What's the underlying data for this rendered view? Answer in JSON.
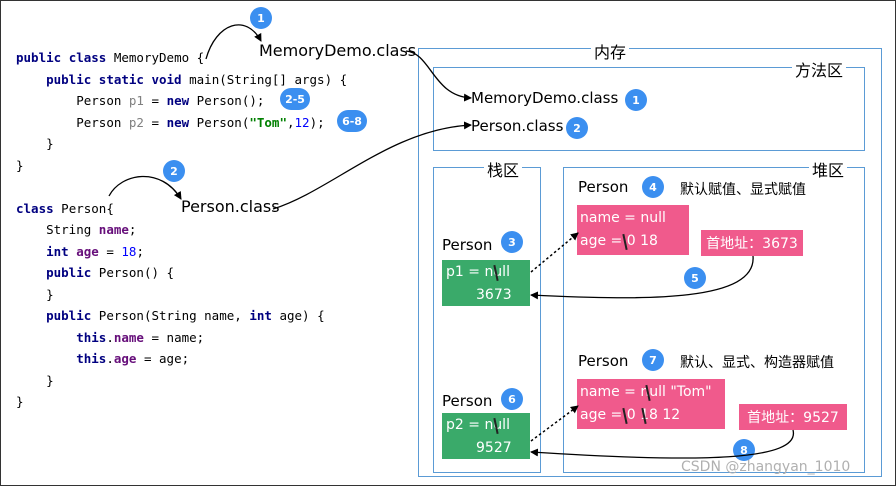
{
  "code": {
    "line1": {
      "kw1": "public",
      "kw2": "class",
      "name": "MemoryDemo {"
    },
    "line2": {
      "kw1": "public",
      "kw2": "static",
      "kw3": "void",
      "rest": "main(String[] args) {"
    },
    "line3": {
      "type": "Person",
      "var": "p1",
      "eq": "=",
      "kw": "new",
      "rest": "Person();"
    },
    "line4": {
      "type": "Person",
      "var": "p2",
      "eq": "=",
      "kw": "new",
      "call": "Person(",
      "str": "\"Tom\"",
      "comma": ",",
      "num": "12",
      "end": ");"
    },
    "line5": "}",
    "line6": "}",
    "line7": {
      "kw": "class",
      "rest": "Person{"
    },
    "line8": {
      "type": "String",
      "field": "name",
      "end": ";"
    },
    "line9": {
      "kw": "int",
      "field": "age",
      "eq": " = ",
      "num": "18",
      "end": ";"
    },
    "line10": {
      "kw": "public",
      "rest": "Person() {"
    },
    "line11": "}",
    "line12": {
      "kw1": "public",
      "mid": "Person(String name,",
      "kw2": "int",
      "rest": "age) {"
    },
    "line13": {
      "kw": "this",
      "dot": ".",
      "field": "name",
      "rest": " = name;"
    },
    "line14": {
      "kw": "this",
      "dot": ".",
      "field": "age",
      "rest": " = age;"
    },
    "line15": "}",
    "line16": "}"
  },
  "labels": {
    "memorydemo_class_top": "MemoryDemo.class",
    "person_class_mid": "Person.class",
    "memory": "内存",
    "method_area": "方法区",
    "memorydemo_class_method": "MemoryDemo.class",
    "person_class_method": "Person.class",
    "stack": "栈区",
    "heap": "堆区",
    "person_stack_1": "Person",
    "person_stack_2": "Person",
    "person_heap_1": "Person",
    "person_heap_2": "Person",
    "heap_note_1": "默认赋值、显式赋值",
    "heap_note_2": "默认、显式、构造器赋值",
    "watermark": "CSDN @zhangyan_1010"
  },
  "badges": {
    "b1_top": "1",
    "b2_5": "2-5",
    "b6_8": "6-8",
    "b2_mid": "2",
    "b1_method": "1",
    "b2_method": "2",
    "b3": "3",
    "b4": "4",
    "b5": "5",
    "b6": "6",
    "b7": "7",
    "b8": "8"
  },
  "heap_obj1": {
    "name_line": "name = null",
    "age_prefix": "age = ",
    "age_old": "0",
    "age_new": "18",
    "addr": "首地址：3673"
  },
  "heap_obj2": {
    "name_prefix": "name = ",
    "name_old": "null",
    "name_new": "\"Tom\"",
    "age_prefix": "age = ",
    "age_old1": "0",
    "age_old2": "18",
    "age_new": "12",
    "addr": "首地址：9527"
  },
  "stack_p1": {
    "var": "p1 = ",
    "old": "null",
    "new": "3673"
  },
  "stack_p2": {
    "var": "p2 = ",
    "old": "null",
    "new": "9527"
  },
  "colors": {
    "badge": "#3b8ff0",
    "pink": "#f05a8c",
    "green": "#3aaa6a",
    "region": "#5b9bd5"
  }
}
